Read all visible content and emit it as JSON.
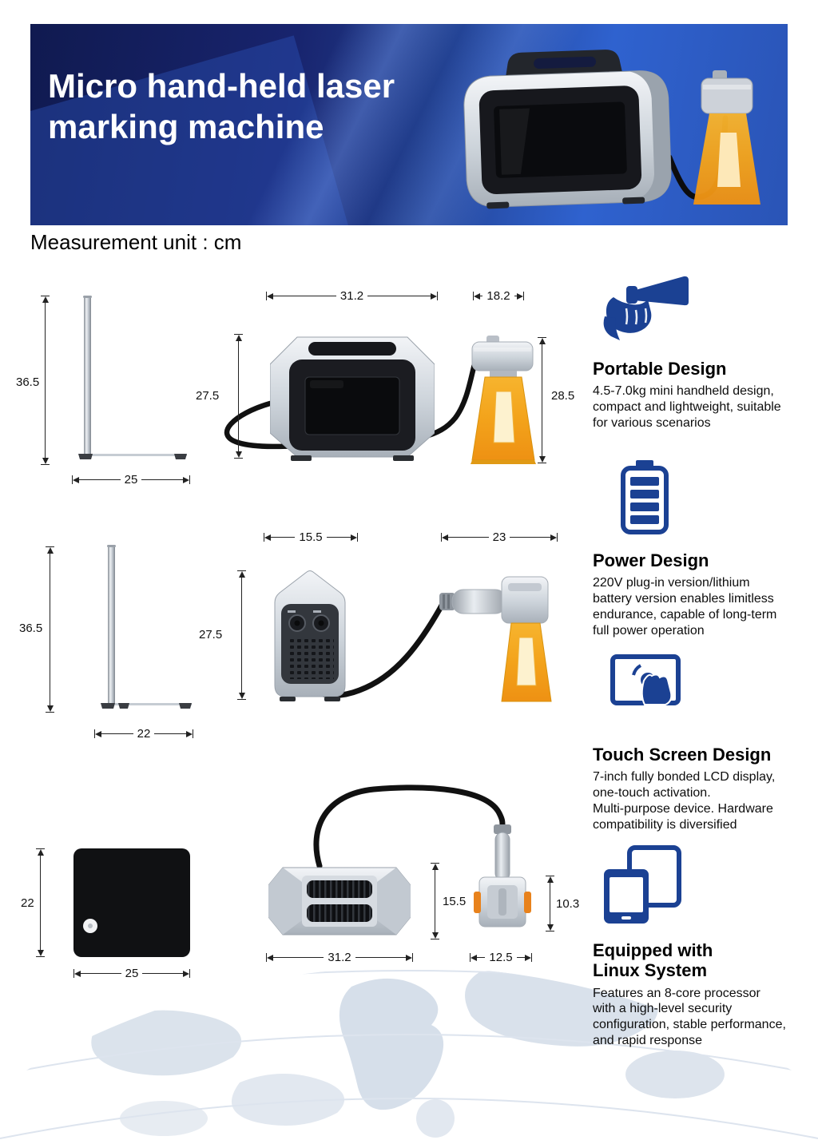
{
  "banner": {
    "title": "Micro hand-held laser\nmarking machine"
  },
  "measurement_heading": "Measurement unit : cm",
  "diagrams": {
    "row1": {
      "pole_height": "36.5",
      "pole_base_width": "25",
      "machine_width": "31.2",
      "machine_height": "27.5",
      "gun_width": "18.2",
      "gun_height": "28.5"
    },
    "row2": {
      "pole_height": "36.5",
      "pole_base_width": "22",
      "machine_depth": "15.5",
      "machine_height": "27.5",
      "gun_length": "23"
    },
    "row3": {
      "plate_height": "22",
      "plate_width": "25",
      "machine_width": "31.2",
      "machine_depth": "15.5",
      "gun_width": "12.5",
      "gun_depth": "10.3"
    }
  },
  "features": [
    {
      "icon": "hand-holding-icon",
      "title": "Portable Design",
      "description": "4.5-7.0kg mini handheld design,\ncompact and lightweight, suitable\nfor various scenarios"
    },
    {
      "icon": "battery-icon",
      "title": "Power Design",
      "description": "220V plug-in version/lithium\nbattery version enables limitless\nendurance, capable of long-term\nfull power operation"
    },
    {
      "icon": "touch-screen-icon",
      "title": "Touch Screen Design",
      "description": "7-inch fully bonded LCD display,\none-touch activation.\nMulti-purpose device. Hardware\ncompatibility is diversified"
    },
    {
      "icon": "tablet-devices-icon",
      "title": "Equipped with\nLinux System",
      "description": "Features an 8-core processor\nwith a high-level security\nconfiguration, stable performance,\nand rapid response"
    }
  ],
  "colors": {
    "banner_navy": "#18246e",
    "banner_blue": "#2f62cf",
    "icon_blue": "#1b4193",
    "stand_orange": "#f2a41d",
    "dimension_line": "#222222"
  }
}
